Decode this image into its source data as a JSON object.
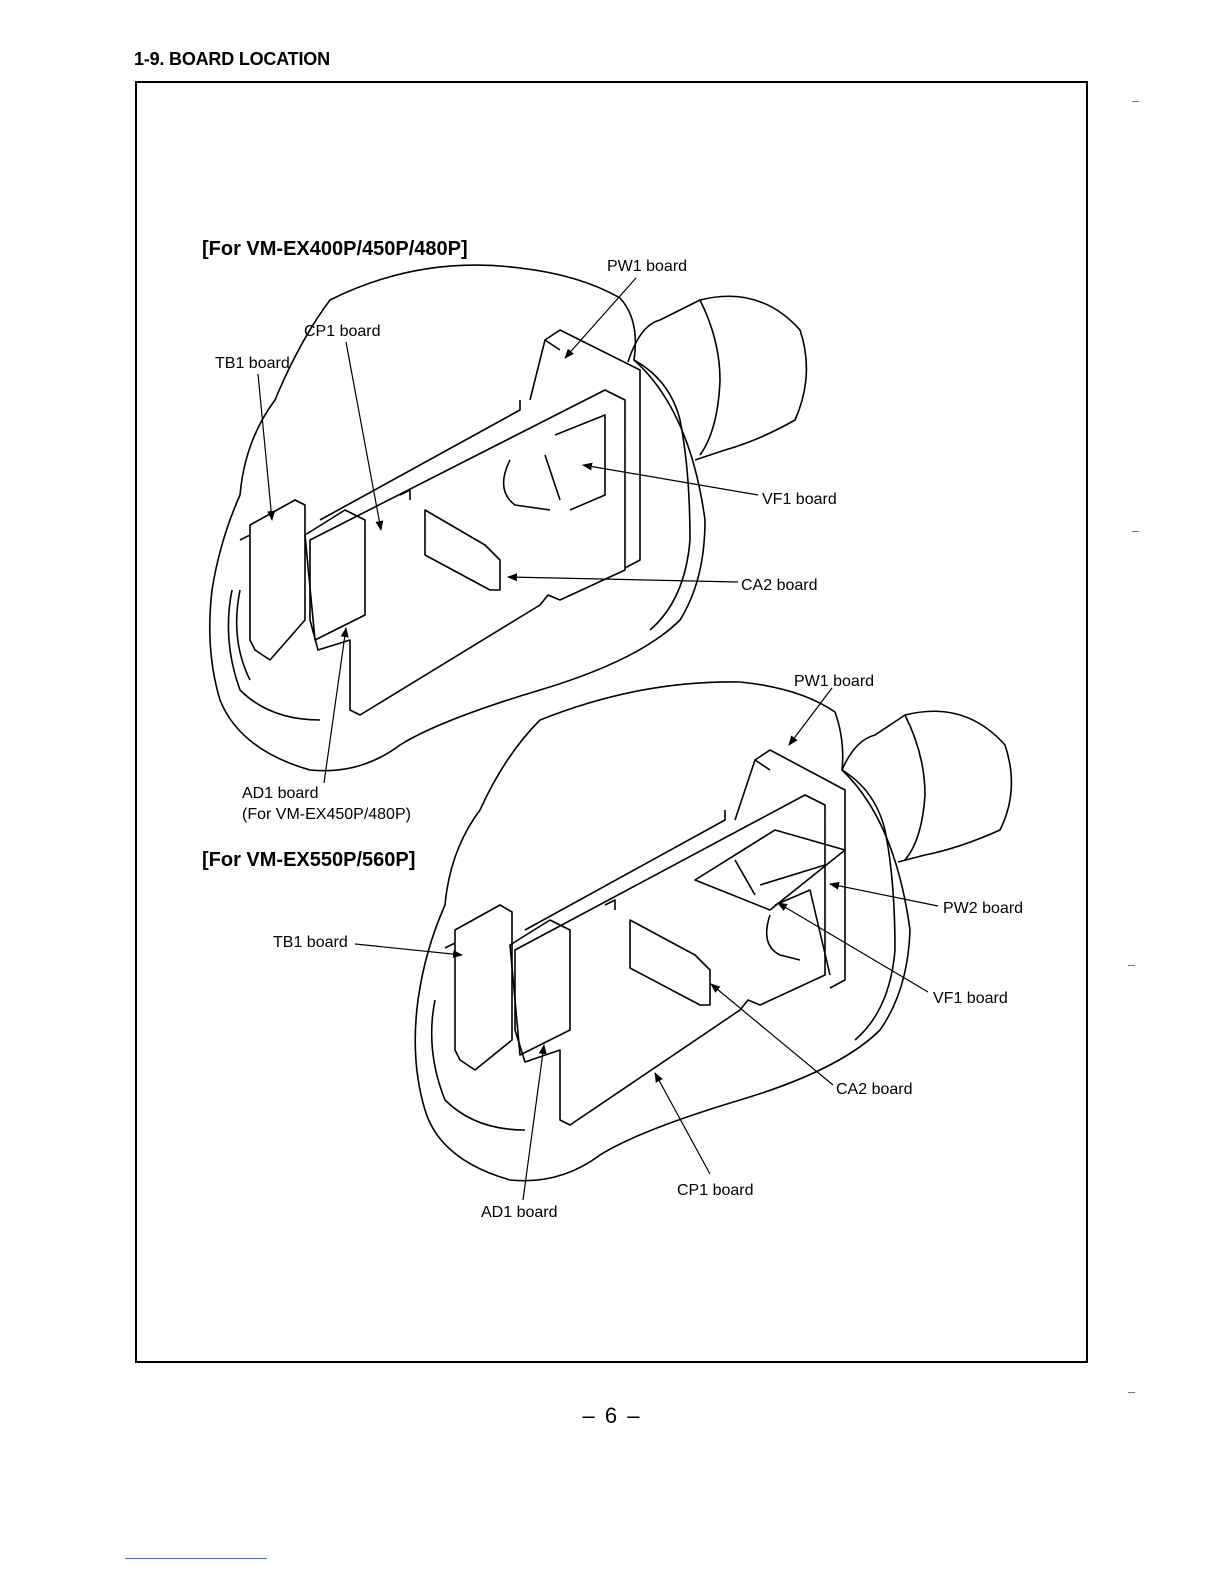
{
  "section_title": "1-9. BOARD LOCATION",
  "diagram_top": {
    "heading": "[For VM-EX400P/450P/480P]",
    "labels": {
      "pw1": "PW1 board",
      "cp1": "CP1 board",
      "tb1": "TB1 board",
      "vf1": "VF1 board",
      "ca2": "CA2 board",
      "ad1": "AD1 board",
      "ad1_note": "(For VM-EX450P/480P)"
    }
  },
  "diagram_bottom": {
    "heading": "[For VM-EX550P/560P]",
    "labels": {
      "pw1": "PW1 board",
      "pw2": "PW2 board",
      "tb1": "TB1 board",
      "vf1": "VF1 board",
      "ca2": "CA2 board",
      "cp1": "CP1 board",
      "ad1": "AD1 board"
    }
  },
  "page_number": "– 6 –"
}
